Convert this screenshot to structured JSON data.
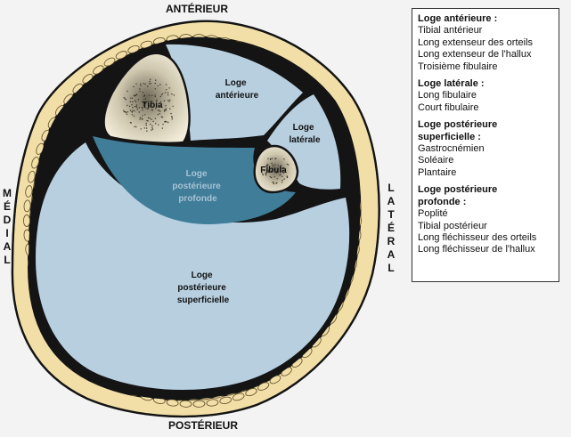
{
  "orientation": {
    "top": "ANTÉRIEUR",
    "bottom": "POSTÉRIEUR",
    "left": [
      "M",
      "É",
      "D",
      "I",
      "A",
      "L"
    ],
    "right": [
      "L",
      "A",
      "T",
      "É",
      "R",
      "A",
      "L"
    ]
  },
  "compartments": {
    "anterior": [
      "Loge",
      "antérieure"
    ],
    "lateral": [
      "Loge",
      "latérale"
    ],
    "deep_posterior": [
      "Loge",
      "postérieure",
      "profonde"
    ],
    "superficial_posterior": [
      "Loge",
      "postérieure",
      "superficielle"
    ]
  },
  "bones": {
    "tibia": "Tibia",
    "fibula": "Fibula"
  },
  "legend": [
    {
      "heading": [
        "Loge antérieure :"
      ],
      "items": [
        "Tibial antérieur",
        "Long extenseur des orteils",
        "Long extenseur de l'hallux",
        "Troisième fibulaire"
      ]
    },
    {
      "heading": [
        "Loge latérale :"
      ],
      "items": [
        "Long fibulaire",
        "Court fibulaire"
      ]
    },
    {
      "heading": [
        "Loge postérieure",
        "superficielle :"
      ],
      "items": [
        "Gastrocnémien",
        "Soléaire",
        "Plantaire"
      ]
    },
    {
      "heading": [
        "Loge postérieure",
        "profonde :"
      ],
      "items": [
        "Poplité",
        "Tibial postérieur",
        "Long fléchisseur des orteils",
        "Long fléchisseur de l'hallux"
      ]
    }
  ],
  "colors": {
    "compartment": "#b8cfe0",
    "deep_compartment": "#3f7d99",
    "deep_label": "#a9c3d4",
    "fat": "#f2dfa8",
    "bone": "#f3eedc",
    "outline": "#141414"
  }
}
